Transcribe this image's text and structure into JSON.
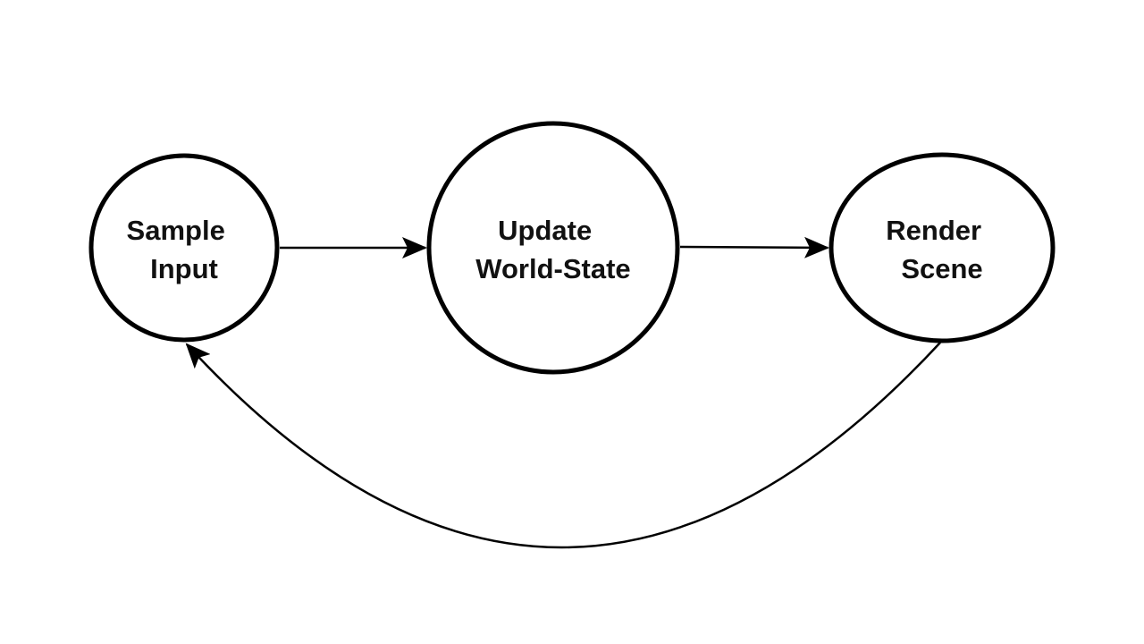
{
  "diagram": {
    "type": "cycle-flow",
    "colors": {
      "stroke": "#000000",
      "background": "#ffffff",
      "text": "#111111"
    },
    "nodes": [
      {
        "id": "sample-input",
        "lines": [
          "Sample",
          "Input"
        ]
      },
      {
        "id": "update-world-state",
        "lines": [
          "Update",
          "World-State"
        ]
      },
      {
        "id": "render-scene",
        "lines": [
          "Render",
          "Scene"
        ]
      }
    ],
    "edges": [
      {
        "from": "sample-input",
        "to": "update-world-state"
      },
      {
        "from": "update-world-state",
        "to": "render-scene"
      },
      {
        "from": "render-scene",
        "to": "sample-input"
      }
    ]
  }
}
